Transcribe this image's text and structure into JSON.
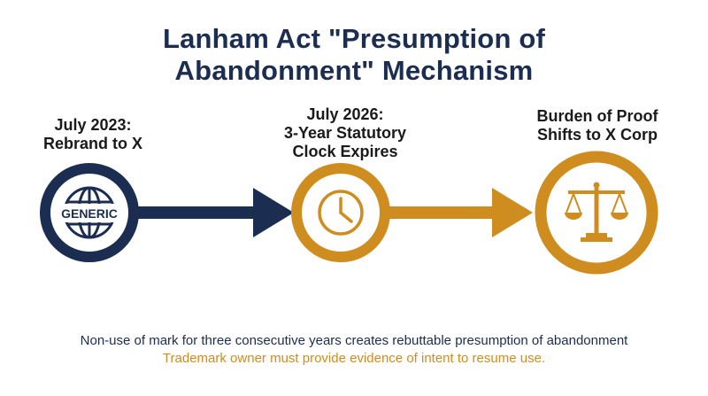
{
  "title": {
    "line1": "Lanham Act \"Presumption of",
    "line2": "Abandonment\" Mechanism"
  },
  "steps": [
    {
      "line1": "July 2023:",
      "line2": "Rebrand to X",
      "icon": "globe-icon",
      "badge": "GENERIC"
    },
    {
      "line1": "July 2026:",
      "line2": "3-Year Statutory",
      "line3": "Clock Expires",
      "icon": "clock-icon"
    },
    {
      "line1": "Burden of Proof",
      "line2": "Shifts to X Corp",
      "icon": "scales-icon"
    }
  ],
  "footer": {
    "line1": "Non-use of mark for three consecutive years creates rebuttable presumption of abandonment",
    "line2": "Trademark owner must provide evidence of intent to resume use."
  },
  "colors": {
    "navy": "#1c2d52",
    "gold": "#d08d1f"
  }
}
